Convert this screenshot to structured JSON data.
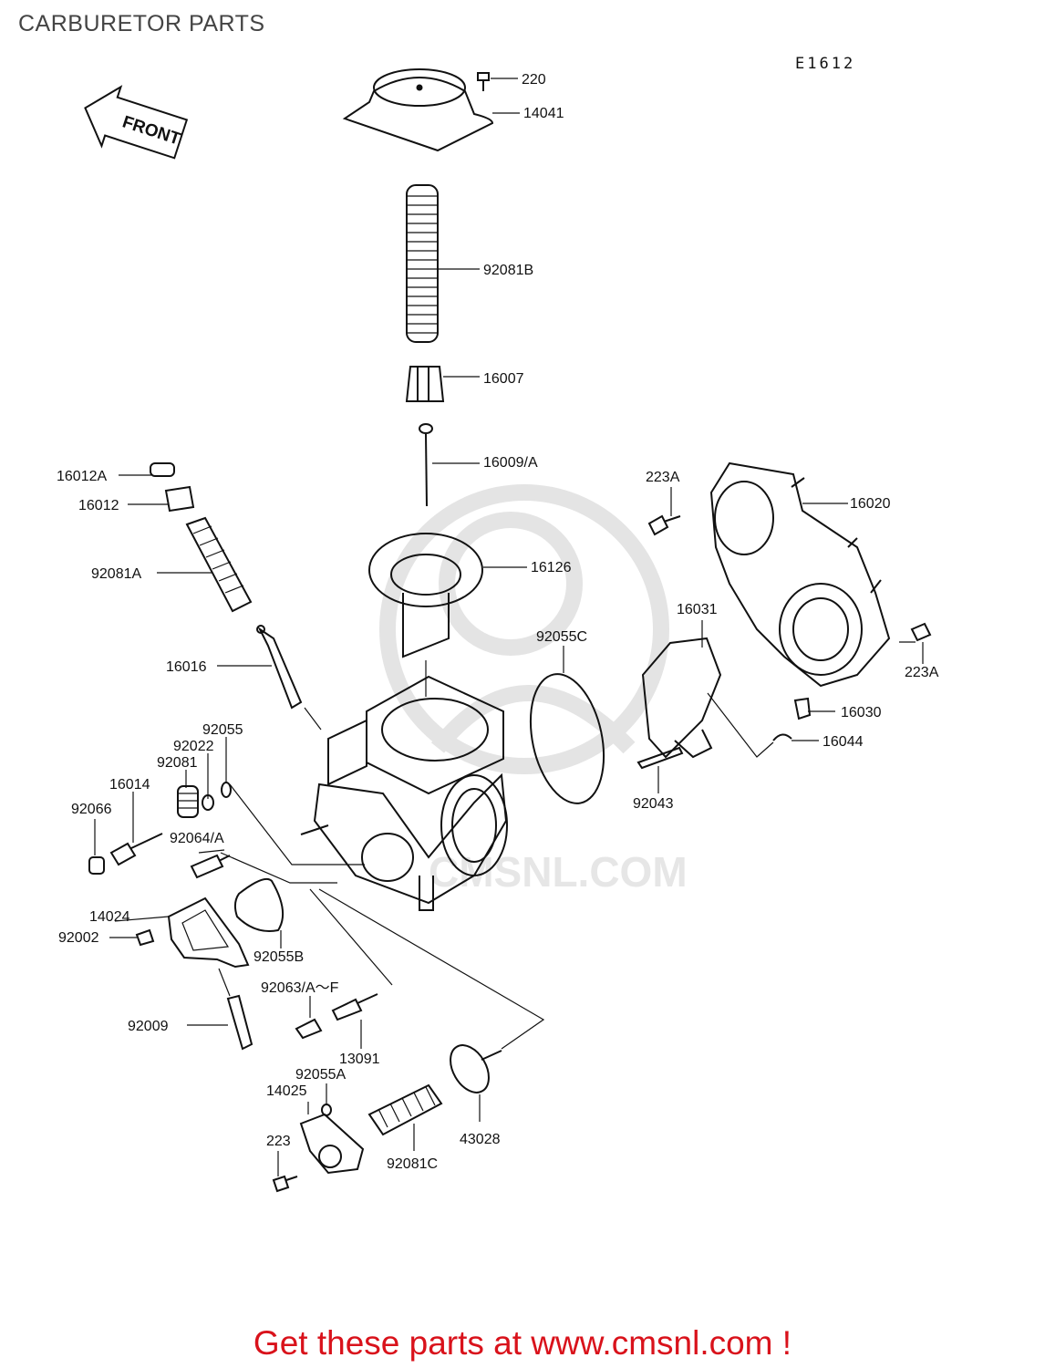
{
  "page": {
    "title": "CARBURETOR PARTS",
    "diagram_code": "E1612",
    "footer_cta": "Get these parts at www.cmsnl.com !",
    "front_arrow_label": "FRONT",
    "watermark": "CMSNL.COM"
  },
  "colors": {
    "title": "#444444",
    "cta": "#d9121b",
    "ink": "#111111",
    "watermark": "#e4e4e4"
  },
  "labels": [
    "220",
    "14041",
    "92081B",
    "16007",
    "16009/A",
    "16012A",
    "16012",
    "92081A",
    "16126",
    "16016",
    "92055C",
    "223A",
    "16020",
    "16031",
    "223A",
    "16030",
    "16044",
    "92043",
    "92055",
    "92022",
    "92081",
    "16014",
    "92066",
    "92064/A",
    "14024",
    "92002",
    "92055B",
    "92063/A～F",
    "92009",
    "13091",
    "92055A",
    "14025",
    "223",
    "92081C",
    "43028"
  ]
}
